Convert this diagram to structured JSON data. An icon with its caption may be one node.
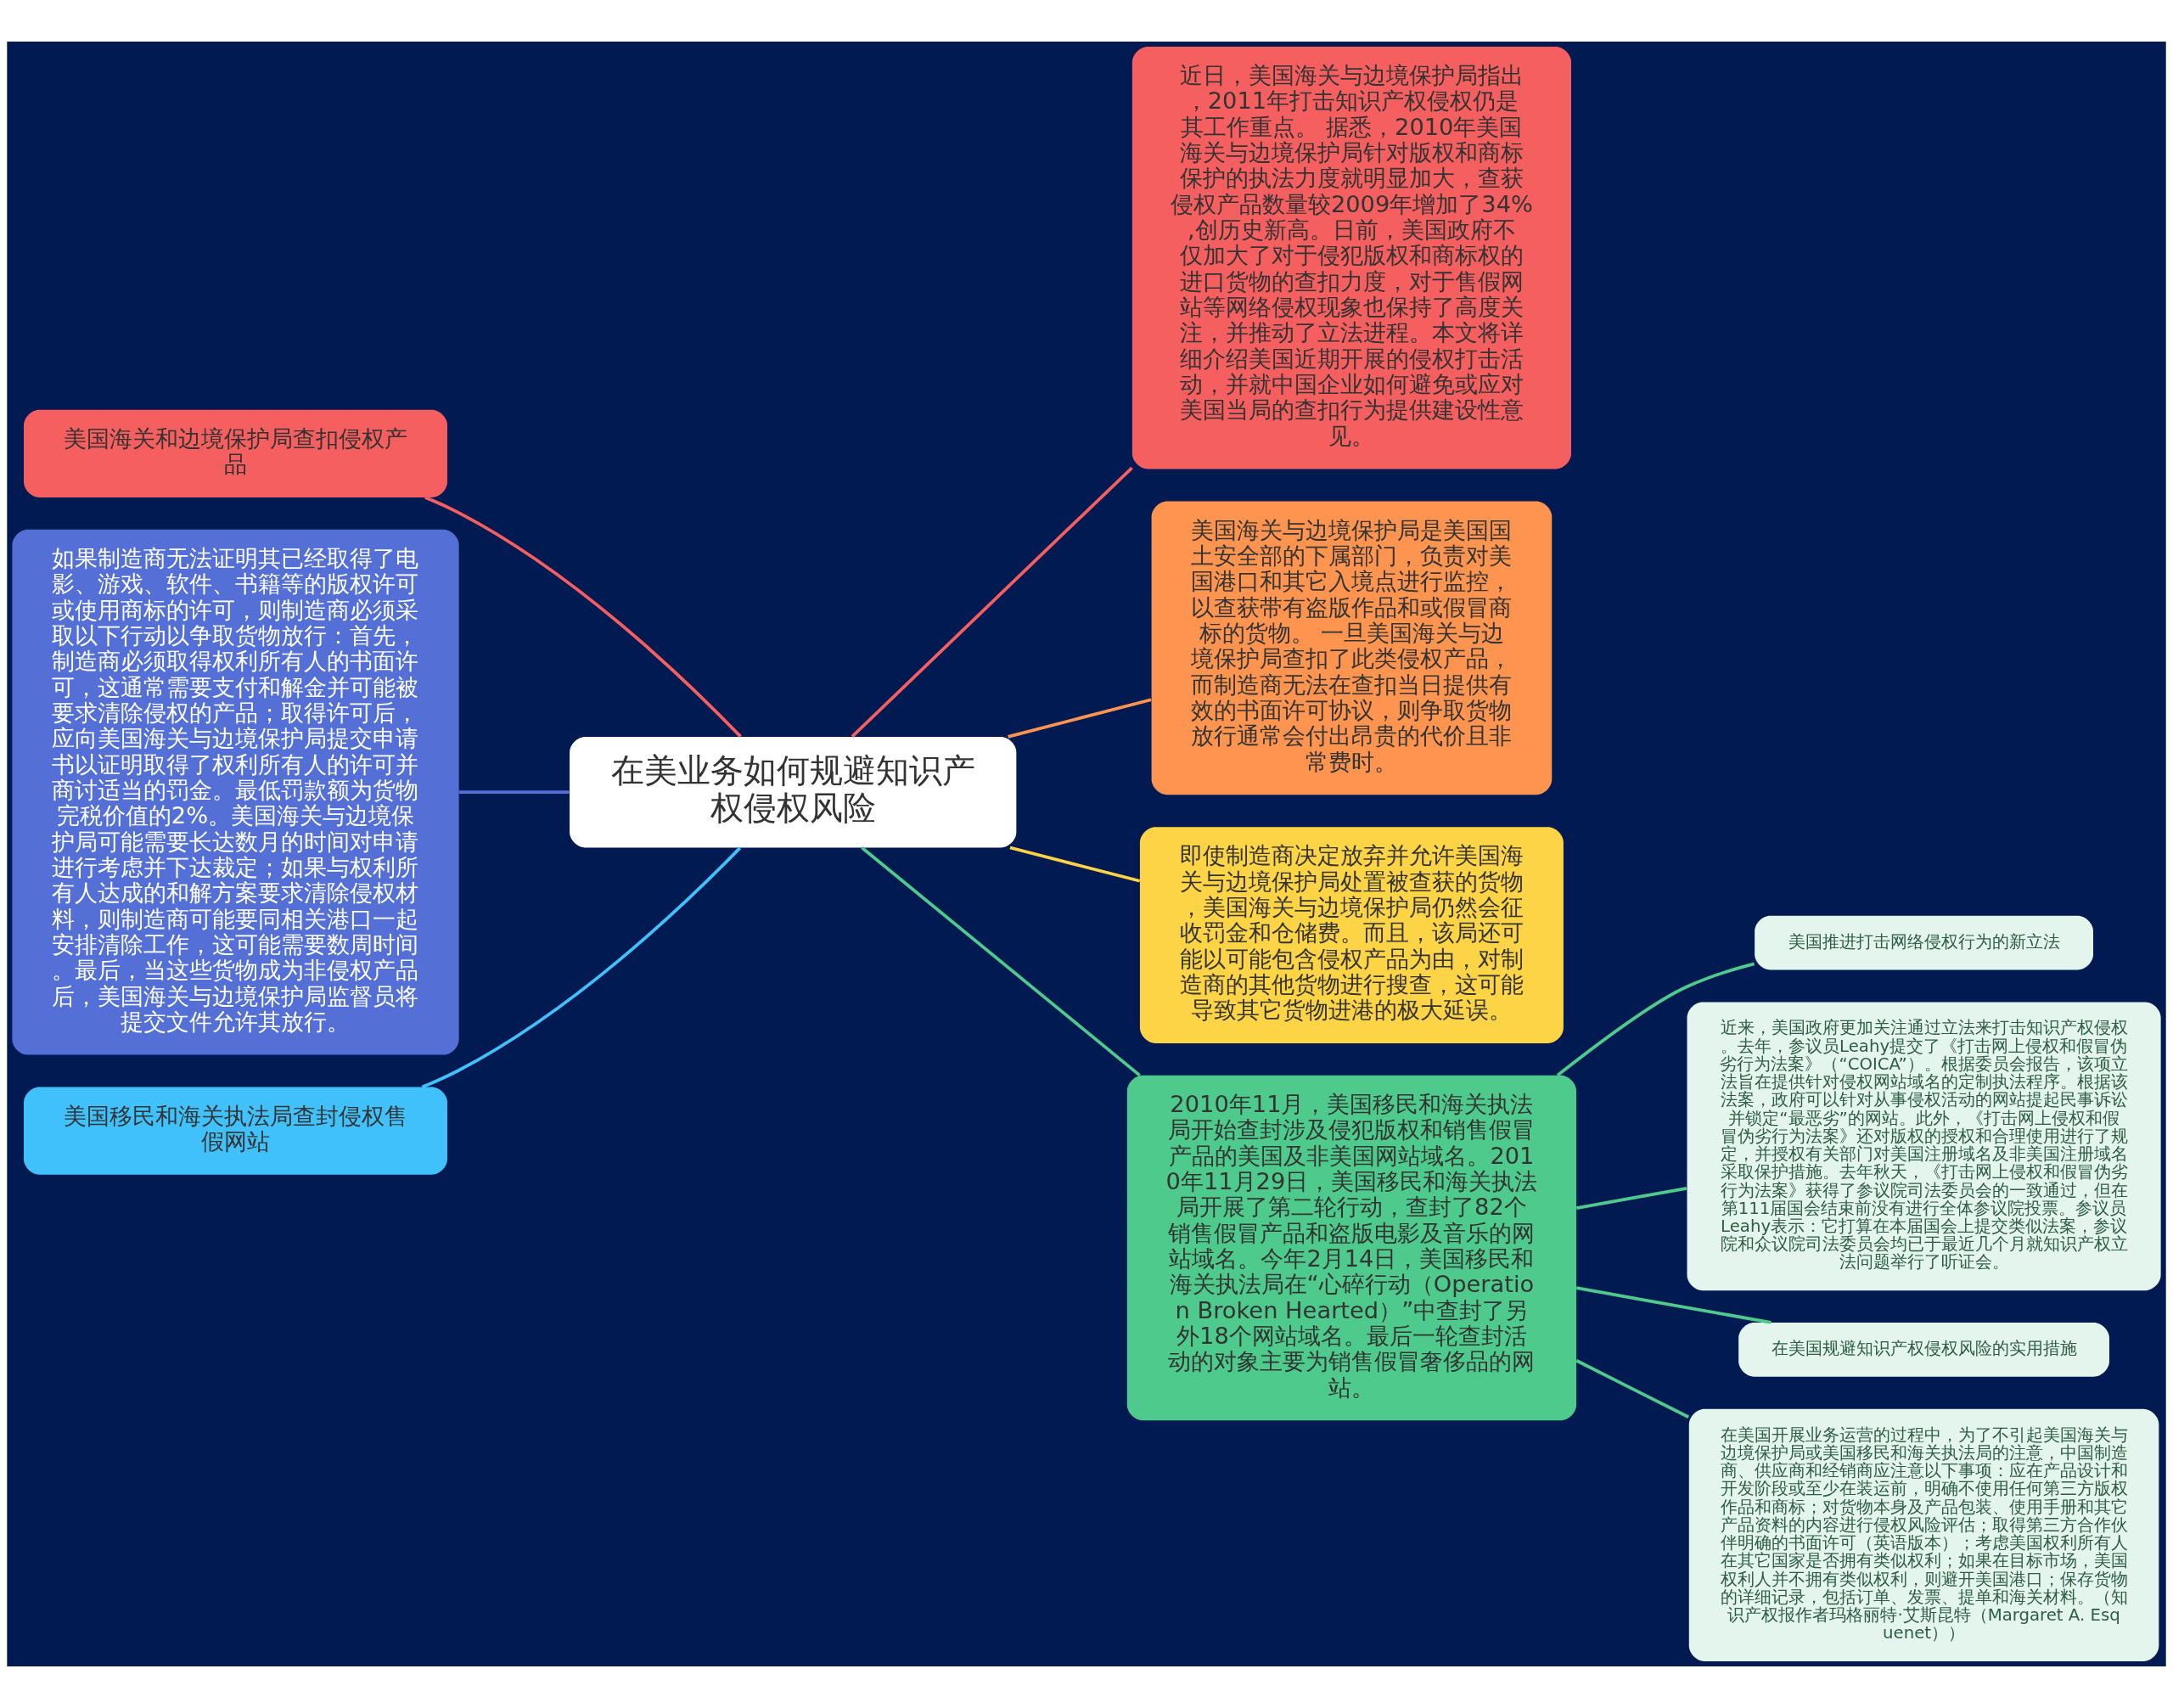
{
  "diagram": {
    "nodes": [
      {
        "text": [
          "在美业务如何规避知识产权侵权风险"
        ]
      },
      {
        "text": [
          "近日，美国海关与边境保护局指出，2011年打击知识产权侵权仍是其工作重点。 据悉，2010年美国海关与边境保护局针对版权和商标保护的执法力度就明显加大，查获侵权产品数量较2009年增加了34%,创历史新高。日前，美国政府不仅加大了对于侵犯版权和商标权的进口货物的查扣力度，对于售假网站等网络侵权现象也保持了高度关注，并推动了立法进程。本文将详细介绍美国近期开展的侵权打击活动，并就中国企业如何避免或应对美国当局的查扣行为提供建设性意见。"
        ]
      },
      {
        "text": [
          "美国海关与边境保护局是美国国土安全部的下属部门，负责对美国港口和其它入境点进行监控，以查获带有盗版作品和或假冒商标的货物。 一旦美国海关与边境保护局查扣了此类侵权产品，而制造商无法在查扣当日提供有效的书面许可协议，则争取货物放行通常会付出昂贵的代价且非常费时。"
        ]
      },
      {
        "text": [
          "即使制造商决定放弃并允许美国海关与边境保护局处置被查获的货物，美国海关与边境保护局仍然会征收罚金和仓储费。而且，该局还可能以可能包含侵权产品为由，对制造商的其他货物进行搜查，这可能导致其它货物进港的极大延误。"
        ]
      },
      {
        "text": [
          "2010年11月，美国移民和海关执法局开始查封涉及侵犯版权和销售假冒产品的美国及非美国网站域名。2010年11月29日，美国移民和海关执法局开展了第二轮行动，查封了82个销售假冒产品和盗版电影及音乐的网站域名。今年2月14日，美国移民和海关执法局在“心碎行动（Operation Broken Hearted）”中查封了另外18个网站域名。最后一轮查封活动的对象主要为销售假冒奢侈品的网站。"
        ]
      },
      {
        "text": [
          "美国推进打击网络侵权行为的新立法"
        ]
      },
      {
        "text": [
          "近来，美国政府更加关注通过立法来打击知识产权侵权。去年，参议员Leahy提交了《打击网上侵权和假冒伪劣行为法案》（“COICA”）。根据委员会报告，该项立法旨在提供针对侵权网站域名的定制执法程序。根据该法案，政府可以针对从事侵权活动的网站提起民事诉讼并锁定“最恶劣”的网站。此外，《打击网上侵权和假冒伪劣行为法案》还对版权的授权和合理使用进行了规定，并授权有关部门对美国注册域名及非美国注册域名采取保护措施。去年秋天，《打击网上侵权和假冒伪劣行为法案》获得了参议院司法委员会的一致通过，但在第111届国会结束前没有进行全体参议院投票。参议员Leahy表示：它打算在本届国会上提交类似法案，参议院和众议院司法委员会均已于最近几个月就知识产权立法问题举行了听证会。"
        ]
      },
      {
        "text": [
          "在美国规避知识产权侵权风险的实用措施"
        ]
      },
      {
        "text": [
          "在美国开展业务运营的过程中，为了不引起美国海关与边境保护局或美国移民和海关执法局的注意，中国制造商、供应商和经销商应注意以下事项：应在产品设计和开发阶段或至少在装运前，明确不使用任何第三方版权作品和商标；对货物本身及产品包装、使用手册和其它产品资料的内容进行侵权风险评估；取得第三方合作伙伴明确的书面许可（英语版本）；考虑美国权利所有人在其它国家是否拥有类似权利；如果在目标市场，美国权利人并不拥有类似权利，则避开美国港口；保存货物的详细记录，包括订单、发票、提单和海关材料。（知识产权报作者玛格丽特·艾斯昆特（Margaret A. Esquenet））"
        ]
      },
      {
        "text": [
          "美国海关和边境保护局查扣侵权产品"
        ]
      },
      {
        "text": [
          "如果制造商无法证明其已经取得了电影、游戏、软件、书籍等的版权许可或使用商标的许可，则制造商必须采取以下行动以争取货物放行：首先，制造商必须取得权利所有人的书面许可，这通常需要支付和解金并可能被要求清除侵权的产品；取得许可后，应向美国海关与边境保护局提交申请书以证明取得了权利所有人的许可并商讨适当的罚金。最低罚款额为货物完税价值的2%。美国海关与边境保护局可能需要长达数月的时间对申请进行考虑并下达裁定；如果与权利所有人达成的和解方案要求清除侵权材料，则制造商可能要同相关港口一起安排清除工作，这可能需要数周时间。最后，当这些货物成为非侵权产品后，美国海关与边境保护局监督员将提交文件允许其放行。"
        ]
      },
      {
        "text": [
          "美国移民和海关执法局查封侵权售假网站"
        ]
      }
    ],
    "edges": [
      {
        "from": 0,
        "to": 1,
        "arrow": "none",
        "color": "#f65f5f"
      },
      {
        "from": 0,
        "to": 2,
        "arrow": "none",
        "color": "#fd9550"
      },
      {
        "from": 0,
        "to": 3,
        "arrow": "none",
        "color": "#fdd445"
      },
      {
        "from": 0,
        "to": 4,
        "arrow": "none"
      },
      {
        "from": 4,
        "to": 5,
        "arrow": "none"
      },
      {
        "from": 4,
        "to": 6,
        "arrow": "none"
      },
      {
        "from": 4,
        "to": 7,
        "arrow": "none"
      },
      {
        "from": 4,
        "to": 8,
        "arrow": "none"
      },
      {
        "from": 9,
        "to": 0,
        "arrow": "none",
        "color": "#f65f5f"
      },
      {
        "from": 10,
        "to": 0,
        "arrow": "none",
        "color": "#5470d6"
      },
      {
        "from": 11,
        "to": 0,
        "arrow": "none",
        "color": "#40c1fb"
      }
    ]
  }
}
